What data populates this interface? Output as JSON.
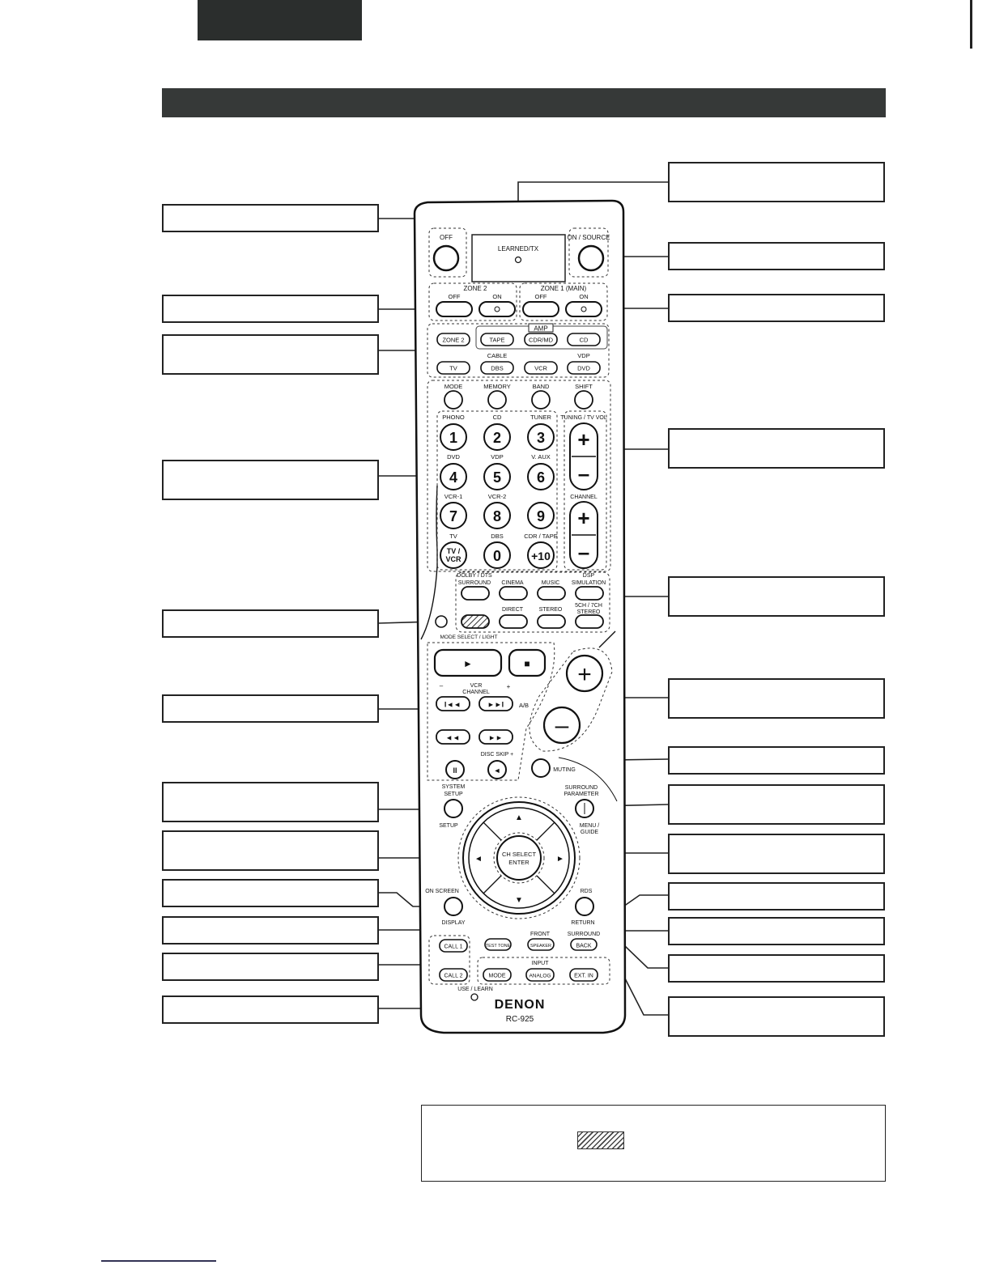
{
  "remote": {
    "led_label": "LEARNED/TX",
    "off_label": "OFF",
    "on_source_label": "ON / SOURCE",
    "zone2_label": "ZONE 2",
    "zone1_label": "ZONE 1 (MAIN)",
    "zone_off": "OFF",
    "zone_on": "ON",
    "amp_label": "AMP",
    "cable_label": "CABLE",
    "vdp_label": "VDP",
    "source_row1": [
      "ZONE 2",
      "TAPE",
      "CDR/MD",
      "CD"
    ],
    "source_row2": [
      "TV",
      "DBS",
      "VCR",
      "DVD"
    ],
    "func_labels": [
      "MODE",
      "MEMORY",
      "BAND",
      "SHIFT"
    ],
    "num_top_labels": [
      "PHONO",
      "CD",
      "TUNER"
    ],
    "num_mid_labels": [
      "DVD",
      "VDP",
      "V. AUX"
    ],
    "num_low_labels": [
      "VCR-1",
      "VCR-2"
    ],
    "num_bot_labels": [
      "TV",
      "DBS",
      "CDR / TAPE"
    ],
    "keys_row1": [
      "1",
      "2",
      "3"
    ],
    "keys_row2": [
      "4",
      "5",
      "6"
    ],
    "keys_row3": [
      "7",
      "8",
      "9"
    ],
    "keys_row4": [
      "TV /",
      "VCR",
      "0",
      "+10"
    ],
    "tuning_label": "TUNING / TV VOL",
    "channel_label": "CHANNEL",
    "plus_glyph": "+",
    "minus_glyph": "–",
    "surround_line1": "DOLBY / DTS",
    "surround_line2": "SURROUND",
    "cinema_label": "CINEMA",
    "music_label": "MUSIC",
    "dsp_line1": "DSP",
    "dsp_line2": "SIMULATION",
    "direct_label": "DIRECT",
    "stereo_label": "STEREO",
    "ch5_line1": "5CH / 7CH",
    "ch5_line2": "STEREO",
    "mode_select_label": "MODE SELECT / LIGHT",
    "play_glyph": "►",
    "stop_glyph": "■",
    "vcr_label": "VCR",
    "vcr_channel_label": "CHANNEL",
    "vcr_minus": "–",
    "vcr_plus": "+",
    "ab_label": "A/B",
    "skip_back_glyph": "I◄◄",
    "skip_fwd_glyph": "►►I",
    "rew_glyph": "◄◄",
    "ff_glyph": "►►",
    "pause_glyph": "II",
    "disc_skip_label": "DISC SKIP +",
    "disc_skip_glyph": "◄",
    "muting_label": "MUTING",
    "system_setup_line1": "SYSTEM",
    "system_setup_line2": "SETUP",
    "setup_label": "SETUP",
    "surround_param_line1": "SURROUND",
    "surround_param_line2": "PARAMETER",
    "menu_guide_line1": "MENU /",
    "menu_guide_line2": "GUIDE",
    "ch_select_line1": "CH SELECT",
    "ch_select_line2": "ENTER",
    "arrow_up": "▲",
    "arrow_down": "▼",
    "arrow_left": "◄",
    "arrow_right": "►",
    "on_screen_label": "ON SCREEN",
    "display_label": "DISPLAY",
    "rds_label": "RDS",
    "return_label": "RETURN",
    "test_tone_label": "TEST TONE",
    "front_label": "FRONT",
    "speaker_label": "SPEAKER",
    "surround_back_line1": "SURROUND",
    "back_label": "BACK",
    "call1_label": "CALL 1",
    "call2_label": "CALL 2",
    "input_label": "INPUT",
    "input_buttons": [
      "MODE",
      "ANALOG",
      "EXT. IN"
    ],
    "use_learn_label": "USE / LEARN",
    "brand": "DENON",
    "model": "RC-925"
  }
}
